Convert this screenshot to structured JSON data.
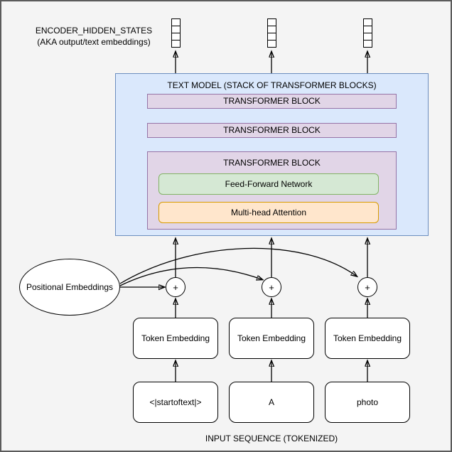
{
  "header": {
    "title": "ENCODER_HIDDEN_STATES",
    "subtitle": "(AKA output/text embeddings)"
  },
  "text_model": {
    "title": "TEXT MODEL (STACK OF TRANSFORMER BLOCKS)",
    "blocks": [
      {
        "label": "TRANSFORMER BLOCK"
      },
      {
        "label": "TRANSFORMER BLOCK"
      },
      {
        "label": "TRANSFORMER BLOCK",
        "sublayers": [
          {
            "label": "Feed-Forward Network"
          },
          {
            "label": "Multi-head Attention"
          }
        ]
      }
    ]
  },
  "positional_embeddings": {
    "label": "Positional Embeddings"
  },
  "operators": {
    "plus": "+"
  },
  "columns": [
    {
      "embedding_label": "Token Embedding",
      "token": "<|startoftext|>"
    },
    {
      "embedding_label": "Token Embedding",
      "token": "A"
    },
    {
      "embedding_label": "Token Embedding",
      "token": "photo"
    }
  ],
  "footer": {
    "label": "INPUT SEQUENCE (TOKENIZED)"
  },
  "colors": {
    "background": "#f4f4f4",
    "canvas_border": "#5b5b5b",
    "text_model_fill": "#dae8fc",
    "text_model_stroke": "#6c8ebf",
    "transformer_fill": "#e1d5e7",
    "transformer_stroke": "#9673a6",
    "ffn_fill": "#d5e8d4",
    "ffn_stroke": "#82b366",
    "attention_fill": "#ffe6cc",
    "attention_stroke": "#d79b00"
  }
}
